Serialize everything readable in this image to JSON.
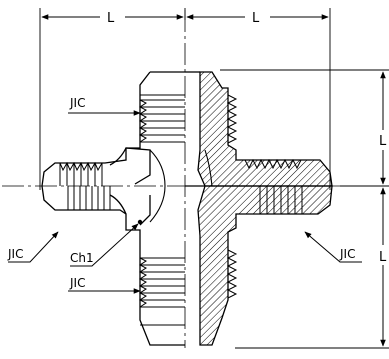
{
  "dimensions": {
    "top_left_span": "L",
    "top_right_span": "L",
    "right_upper_span": "L",
    "right_lower_span": "L"
  },
  "callouts": {
    "jic_top": "JIC",
    "jic_left": "JIC",
    "jic_bottom": "JIC",
    "jic_right": "JIC",
    "chamfer": "Ch1"
  }
}
